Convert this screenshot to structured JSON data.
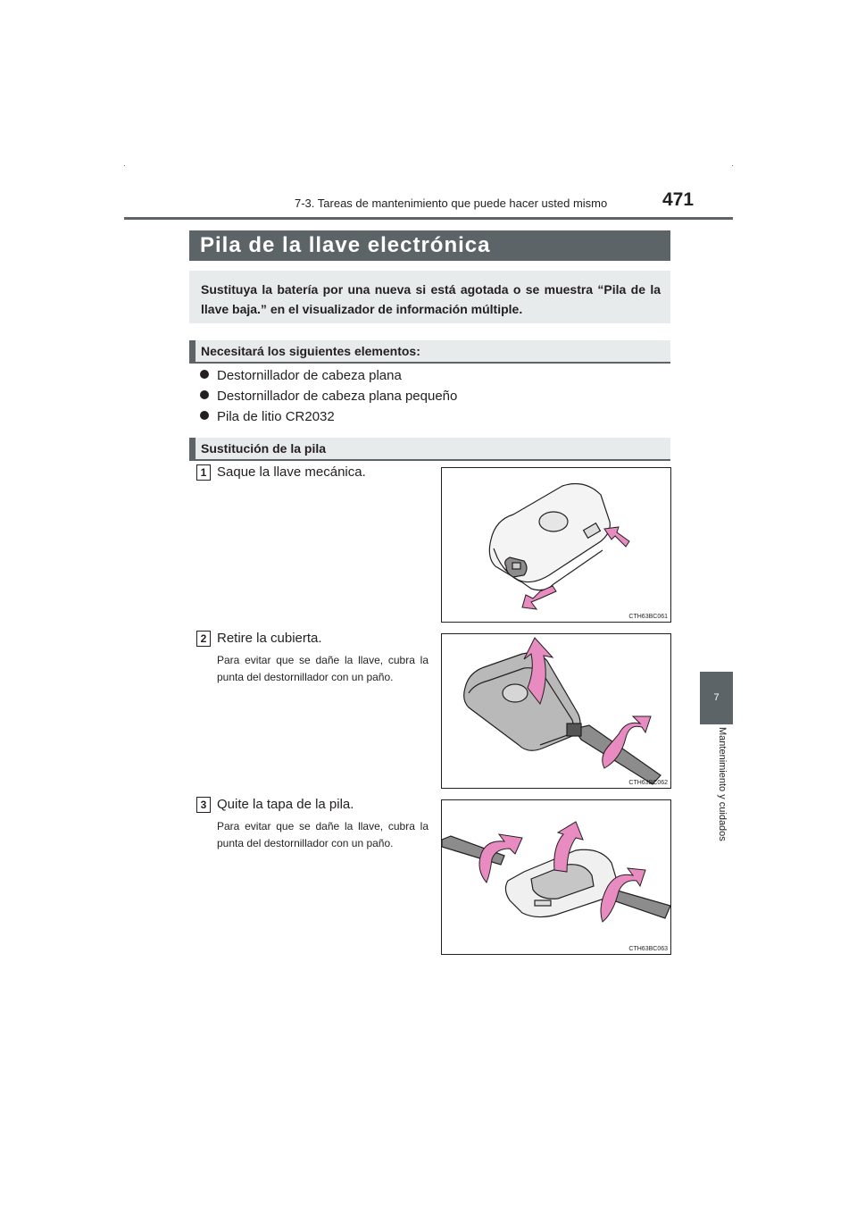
{
  "header": {
    "section": "7-3. Tareas de mantenimiento que puede hacer usted mismo",
    "page_number": "471"
  },
  "side_tab": {
    "chapter_number": "7",
    "chapter_label": "Mantenimiento y cuidados"
  },
  "title": "Pila de la llave electrónica",
  "intro": "Sustituya la batería por una nueva si está agotada o se muestra “Pila de la llave baja.” en el visualizador de información múltiple.",
  "required": {
    "heading": "Necesitará los siguientes elementos:",
    "items": [
      "Destornillador de cabeza plana",
      "Destornillador de cabeza plana pequeño",
      "Pila de litio CR2032"
    ]
  },
  "replacement": {
    "heading": "Sustitución de la pila",
    "steps": [
      {
        "number": "1",
        "text": "Saque la llave mecánica.",
        "note": "",
        "figure_code": "CTH63BC061"
      },
      {
        "number": "2",
        "text": "Retire la cubierta.",
        "note": "Para evitar que se dañe la llave, cubra la punta del destornillador con un paño.",
        "figure_code": "CTH63BC062"
      },
      {
        "number": "3",
        "text": "Quite la tapa de la pila.",
        "note": "Para evitar que se dañe la llave, cubra la punta del destornillador con un paño.",
        "figure_code": "CTH63BC063"
      }
    ]
  },
  "colors": {
    "header_gray": "#5d6468",
    "box_gray": "#e8ebec",
    "arrow_pink": "#e88bc0"
  }
}
